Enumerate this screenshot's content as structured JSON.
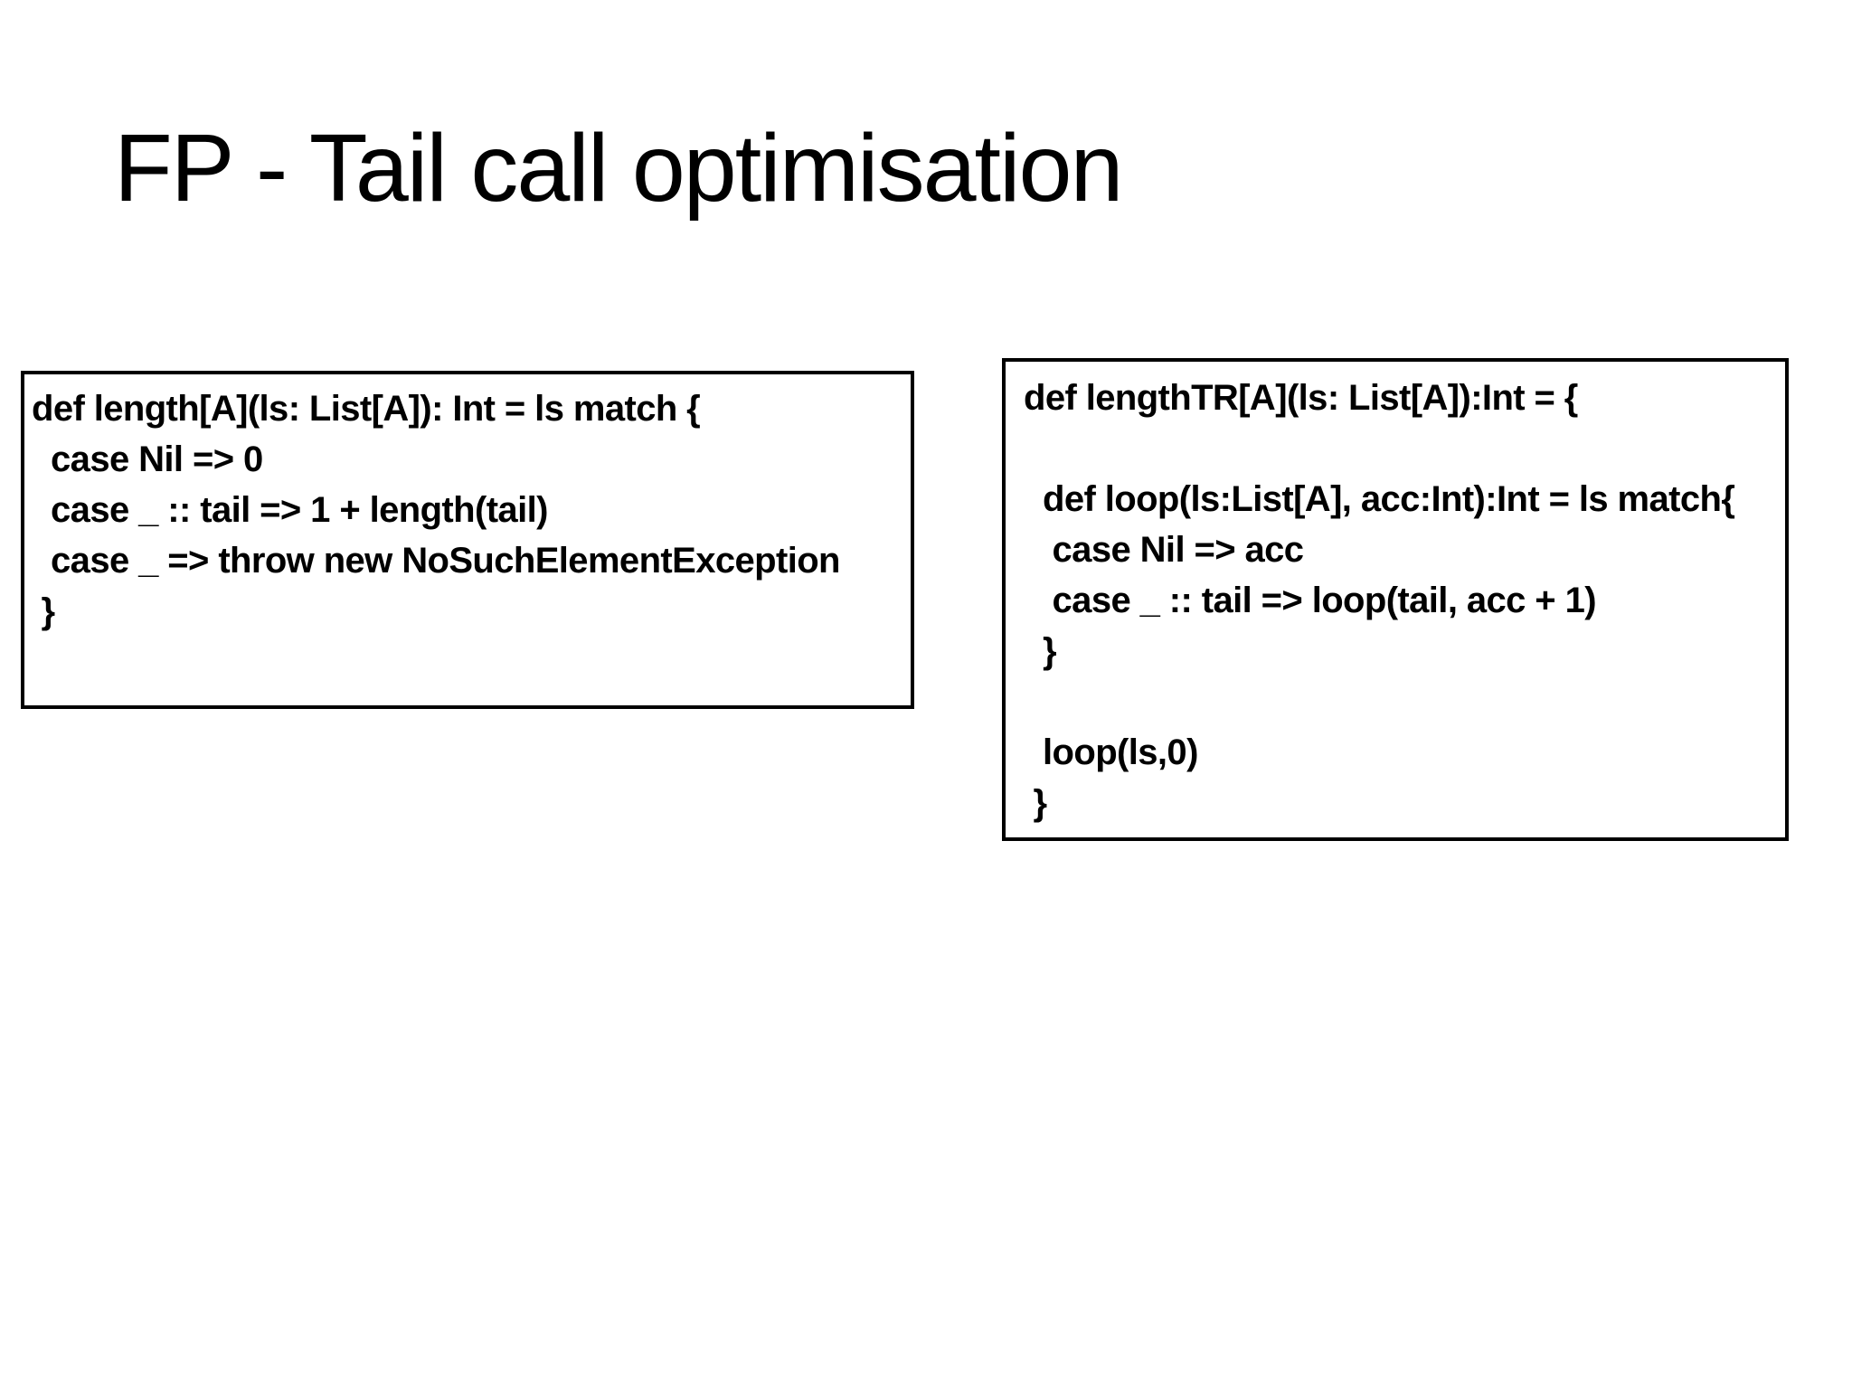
{
  "slide": {
    "title": "FP - Tail call optimisation",
    "colors": {
      "background": "#ffffff",
      "text": "#000000",
      "box_border": "#000000"
    },
    "boxes": {
      "left": {
        "name": "recursive-length-example",
        "code": "def length[A](ls: List[A]): Int = ls match {\n  case Nil => 0\n  case _ :: tail => 1 + length(tail)\n  case _ => throw new NoSuchElementException\n }"
      },
      "right": {
        "name": "tail-recursive-length-example",
        "code": "def lengthTR[A](ls: List[A]):Int = {\n\n  def loop(ls:List[A], acc:Int):Int = ls match{\n   case Nil => acc\n   case _ :: tail => loop(tail, acc + 1)\n  }\n\n  loop(ls,0)\n }"
      }
    }
  }
}
